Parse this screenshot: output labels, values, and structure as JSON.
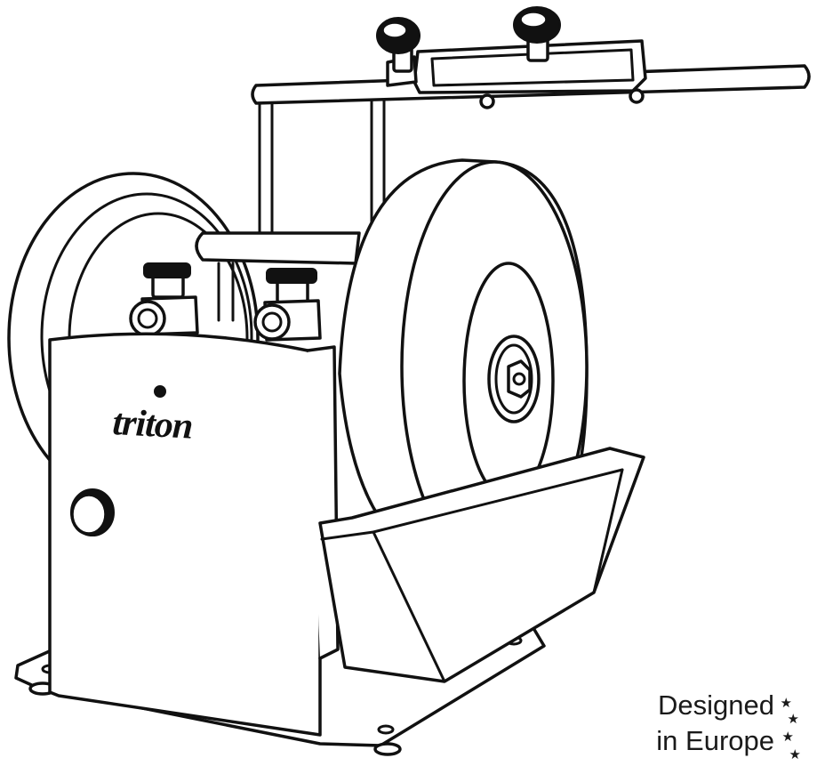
{
  "brand": {
    "logo_text": "triton"
  },
  "badge": {
    "line1": "Designed",
    "line2": "in Europe",
    "star_glyph": "★"
  },
  "colors": {
    "ink": "#111111",
    "paper": "#ffffff"
  }
}
